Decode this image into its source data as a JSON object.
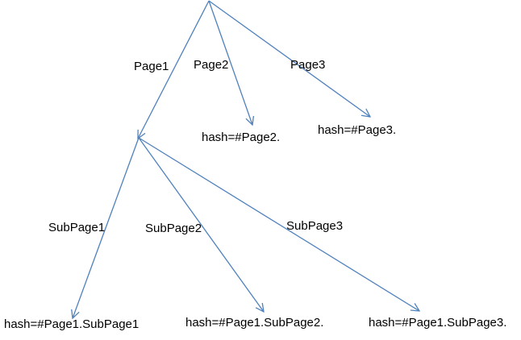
{
  "diagram": {
    "edge_color": "#4f81bd",
    "text_color": "#000000",
    "edges": {
      "page1": "Page1",
      "page2": "Page2",
      "page3": "Page3",
      "subpage1": "SubPage1",
      "subpage2": "SubPage2",
      "subpage3": "SubPage3"
    },
    "nodes": {
      "page2_hash": "hash=#Page2.",
      "page3_hash": "hash=#Page3.",
      "subpage1_hash": "hash=#Page1.SubPage1",
      "subpage2_hash": "hash=#Page1.SubPage2.",
      "subpage3_hash": "hash=#Page1.SubPage3."
    }
  }
}
